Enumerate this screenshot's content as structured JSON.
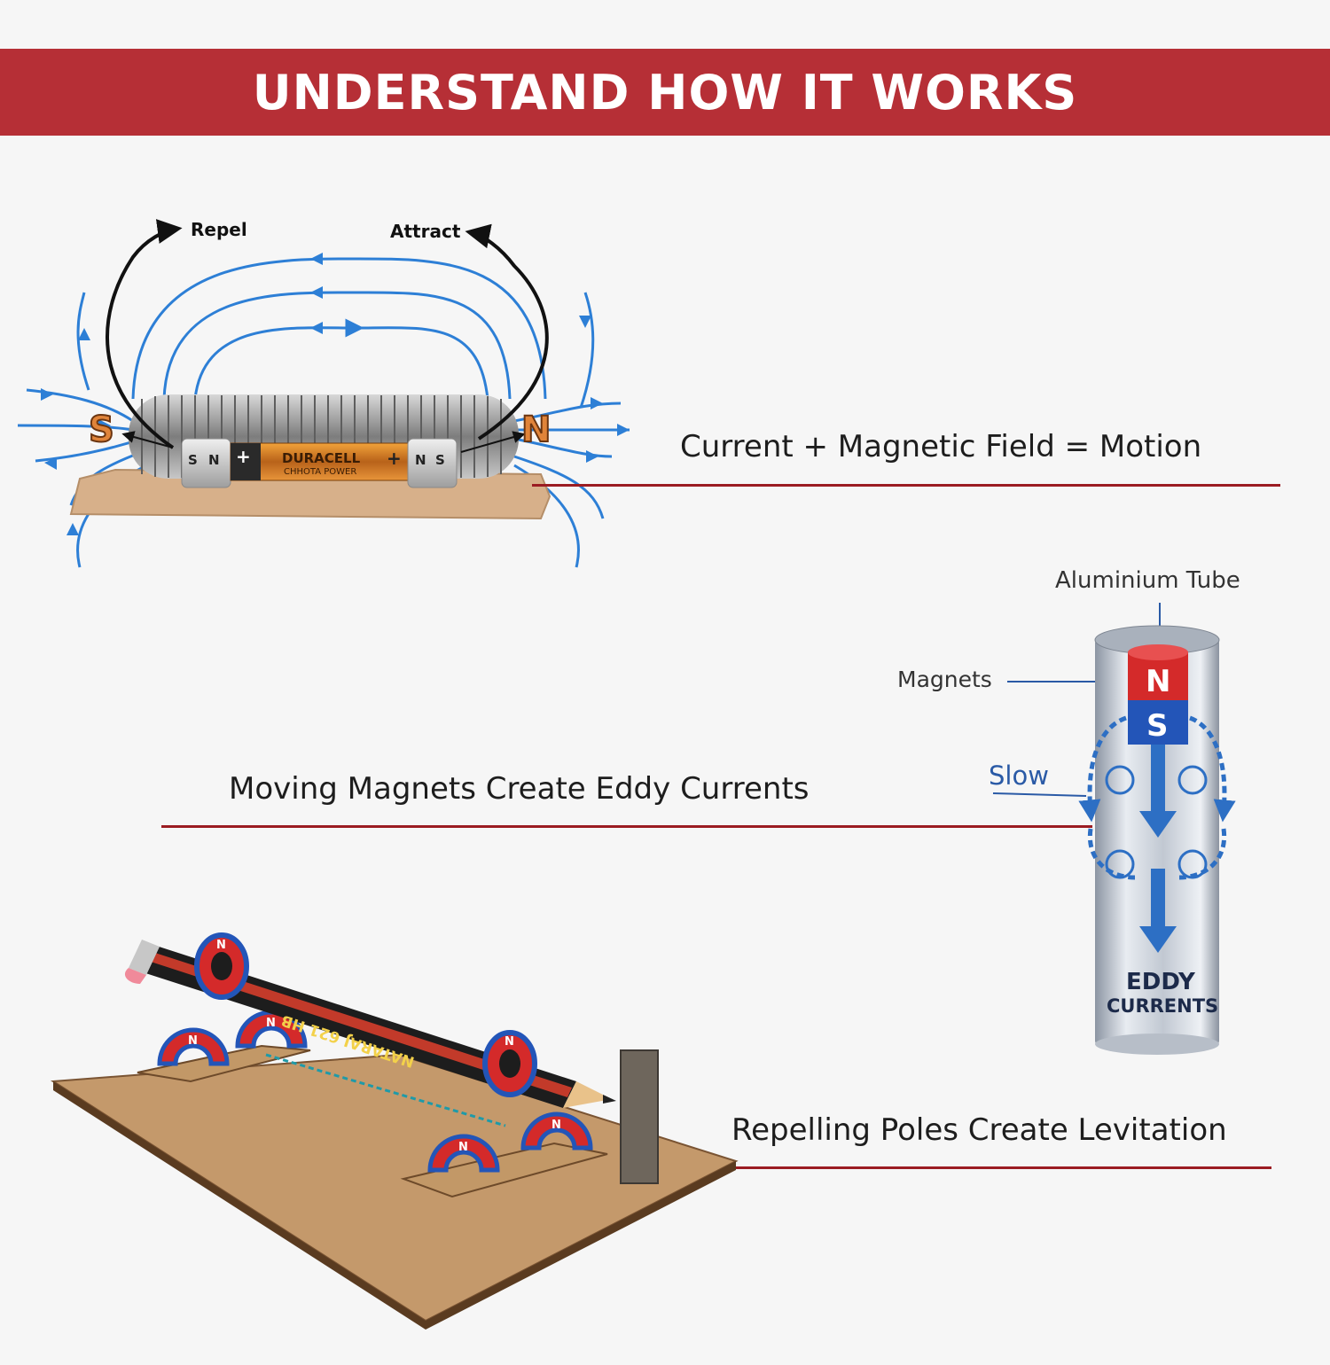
{
  "banner": {
    "title": "UNDERSTAND HOW IT WORKS"
  },
  "sections": {
    "motor": {
      "caption": "Current + Magnetic Field = Motion",
      "repel_label": "Repel",
      "attract_label": "Attract",
      "pole_left": "S",
      "pole_right": "N",
      "battery_brand": "DURACELL",
      "battery_sub": "CHHOTA POWER",
      "magnet_left_poles": [
        "S",
        "N"
      ],
      "magnet_right_poles": [
        "N",
        "S"
      ],
      "plus_sign": "+"
    },
    "eddy": {
      "caption": "Moving Magnets Create Eddy Currents",
      "tube_label": "Aluminium Tube",
      "magnets_label": "Magnets",
      "slow_label": "Slow",
      "magnet_north": "N",
      "magnet_south": "S",
      "eddy_line1": "EDDY",
      "eddy_line2": "CURRENTS"
    },
    "levitation": {
      "caption": "Repelling Poles Create Levitation",
      "pencil_text": "NATARAJ 621 HB",
      "ring_pole": "N"
    }
  },
  "colors": {
    "banner": "#b62f36",
    "rule": "#9b1c22",
    "field_lines": "#2d7fd6",
    "magnet_red": "#d42a2a",
    "magnet_blue": "#2355b8"
  }
}
